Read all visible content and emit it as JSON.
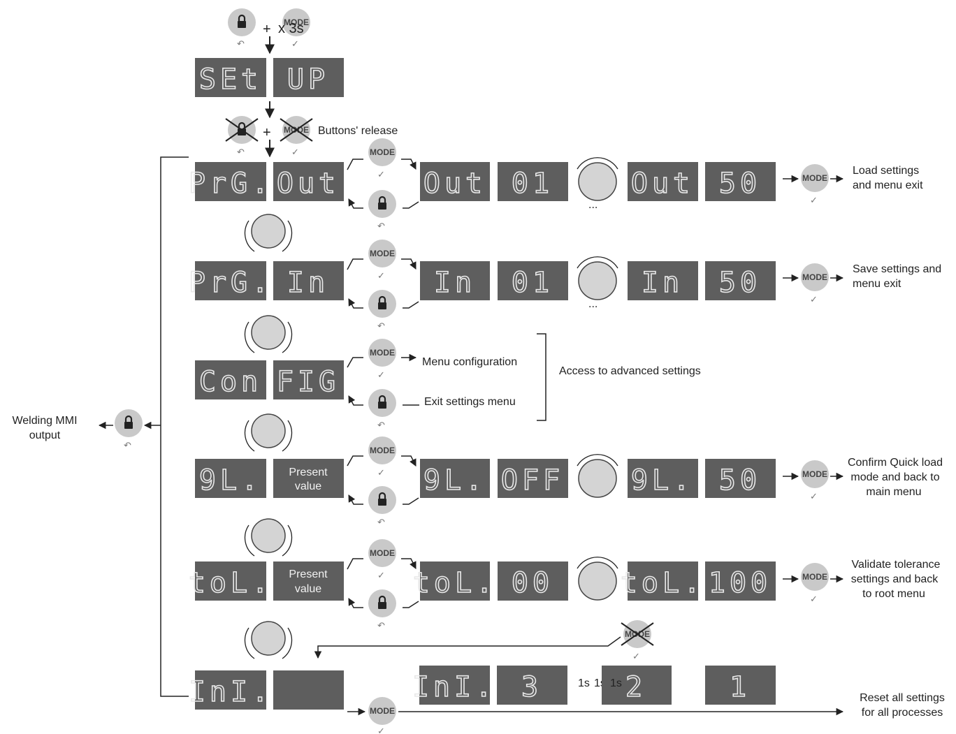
{
  "top": {
    "combo_plus": "+",
    "combo_time": "x 3s",
    "setup": [
      "SEt",
      "UP"
    ],
    "release_plus": "+",
    "release_label": "Buttons' release"
  },
  "buttons": {
    "mode": "MODE",
    "check_symbol": "✓",
    "back_symbol": "↶",
    "dots": "..."
  },
  "left": {
    "output_label": [
      "Welding MMI",
      "output"
    ]
  },
  "rows": [
    {
      "left": [
        "PrG.",
        "Out"
      ],
      "seq": [
        "Out",
        "01",
        "Out",
        "50"
      ],
      "end": [
        "Load settings",
        "and menu exit"
      ]
    },
    {
      "left": [
        "PrG.",
        "In"
      ],
      "seq": [
        "In",
        "01",
        "In",
        "50"
      ],
      "end": [
        "Save settings and",
        "menu exit"
      ]
    },
    {
      "left": [
        "Con",
        "FIG"
      ],
      "mode_label": "Menu configuration",
      "lock_label": "Exit settings menu",
      "group_label": "Access to advanced settings"
    },
    {
      "left": [
        "9L.",
        ""
      ],
      "present": [
        "Present",
        "value"
      ],
      "seq": [
        "9L.",
        "OFF",
        "9L.",
        "50"
      ],
      "end": [
        "Confirm Quick load",
        "mode and back to",
        "main menu"
      ]
    },
    {
      "left": [
        "toL.",
        ""
      ],
      "present": [
        "Present",
        "value"
      ],
      "seq": [
        "toL.",
        "00",
        "toL.",
        "100"
      ],
      "end": [
        "Validate tolerance",
        "settings and back",
        "to root menu"
      ]
    },
    {
      "left": [
        "InI.",
        ""
      ],
      "seq": [
        "InI.",
        "3",
        "2",
        "1"
      ],
      "timing": [
        "1s",
        "1s",
        "1s"
      ],
      "end": [
        "Reset all settings",
        "for all processes"
      ]
    }
  ]
}
